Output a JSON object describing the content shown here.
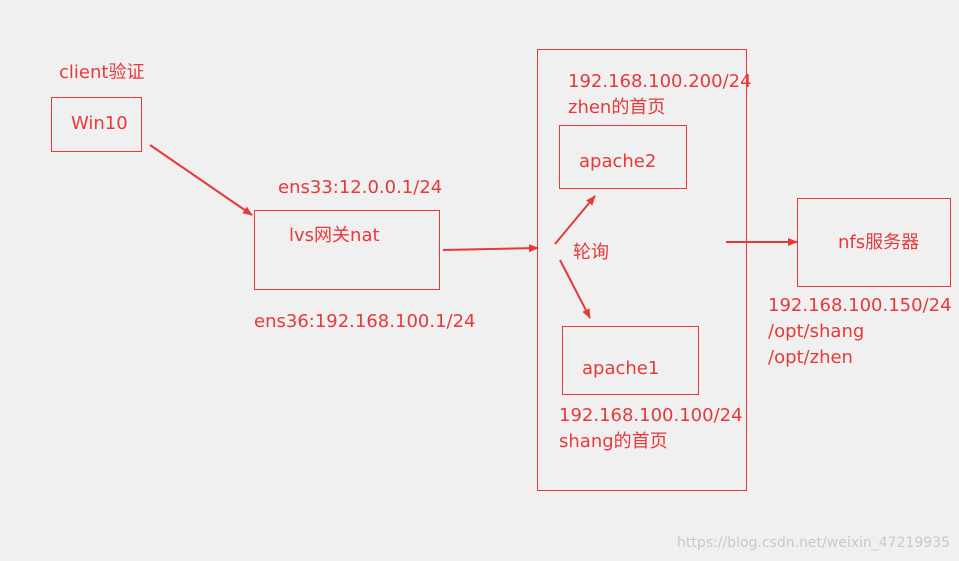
{
  "colors": {
    "line": "#e8393a",
    "text": "#e8393a",
    "watermark": "#c9c9c9",
    "background": "#f0f0f0"
  },
  "client": {
    "caption": "client验证",
    "box_label": "Win10"
  },
  "lvs": {
    "box_label": "lvs网关nat",
    "ens33": "ens33:12.0.0.1/24",
    "ens36": "ens36:192.168.100.1/24"
  },
  "apache2": {
    "ip": "192.168.100.200/24",
    "page": "zhen的首页",
    "box_label": "apache2"
  },
  "apache1": {
    "box_label": "apache1",
    "ip": "192.168.100.100/24",
    "page": "shang的首页"
  },
  "scheduler": {
    "label": "轮询"
  },
  "nfs": {
    "box_label": "nfs服务器",
    "ip": "192.168.100.150/24",
    "paths": [
      "/opt/shang",
      "/opt/zhen"
    ]
  },
  "watermark": "https://blog.csdn.net/weixin_47219935"
}
